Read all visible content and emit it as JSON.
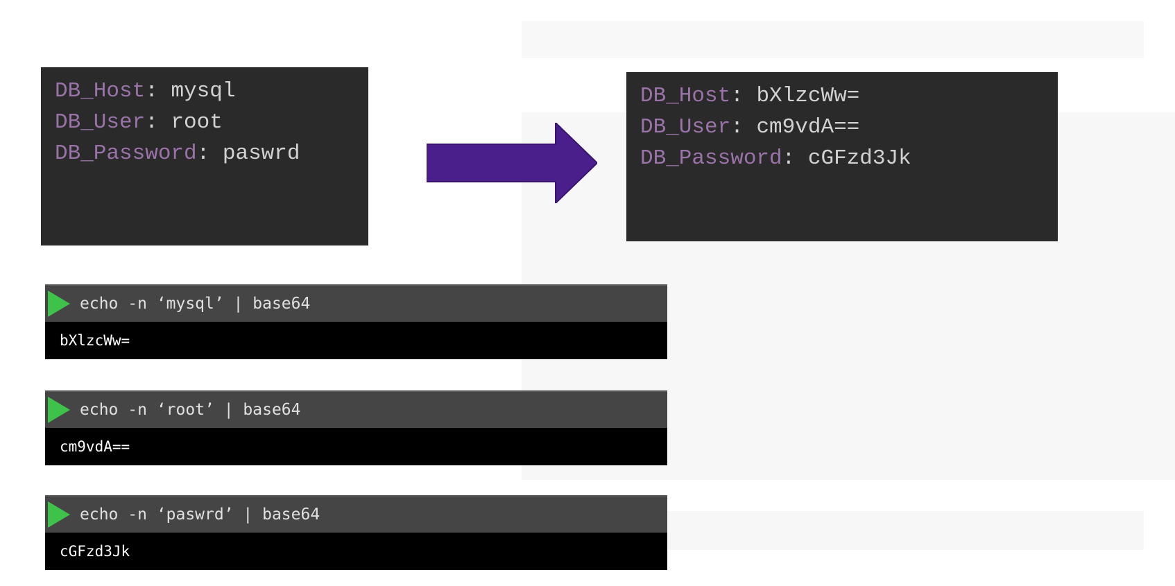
{
  "plain_config": [
    {
      "key": "DB_Host",
      "value": "mysql"
    },
    {
      "key": "DB_User",
      "value": "root"
    },
    {
      "key": "DB_Password",
      "value": "paswrd"
    }
  ],
  "encoded_config": [
    {
      "key": "DB_Host",
      "value": "bXlzcWw="
    },
    {
      "key": "DB_User",
      "value": "cm9vdA=="
    },
    {
      "key": "DB_Password",
      "value": "cGFzd3Jk"
    }
  ],
  "terminals": [
    {
      "command": "echo -n ‘mysql’ | base64",
      "output": "bXlzcWw="
    },
    {
      "command": "echo -n ‘root’ | base64",
      "output": "cm9vdA=="
    },
    {
      "command": "echo -n ‘paswrd’ | base64",
      "output": "cGFzd3Jk"
    }
  ],
  "colors": {
    "arrow": "#4a1f8c",
    "key": "#9a73a8",
    "play": "#3fc24a"
  }
}
